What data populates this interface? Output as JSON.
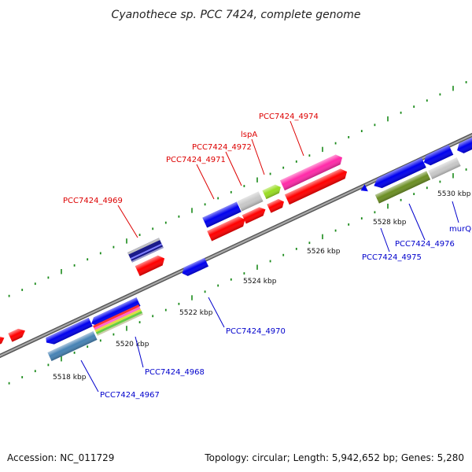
{
  "title": "Cyanothece sp. PCC 7424, complete genome",
  "footer": {
    "accession": "Accession: NC_011729",
    "stats": "Topology: circular; Length: 5,942,652 bp; Genes: 5,280"
  },
  "colors": {
    "backbone": "#8a8a8a",
    "tick": "#1a8a1a",
    "label_forward": "#dd0000",
    "label_reverse": "#0000cc",
    "red": "#ff0000",
    "blue": "#0000ee",
    "gray": "#c8c8c8",
    "pink": "#ff2aa8",
    "lime": "#99dd22",
    "olive": "#6b8e23",
    "steel": "#4682b4",
    "navy": "#1a1a8a"
  },
  "scale_labels": [
    "5518 kbp",
    "5520 kbp",
    "5522 kbp",
    "5524 kbp",
    "5526 kbp",
    "5528 kbp",
    "5530 kbp"
  ],
  "gene_labels": {
    "forward": [
      "PCC7424_4969",
      "PCC7424_4971",
      "PCC7424_4972",
      "lspA",
      "PCC7424_4974"
    ],
    "reverse": [
      "PCC7424_4967",
      "PCC7424_4968",
      "PCC7424_4970",
      "PCC7424_4975",
      "PCC7424_4976",
      "murQ"
    ]
  }
}
